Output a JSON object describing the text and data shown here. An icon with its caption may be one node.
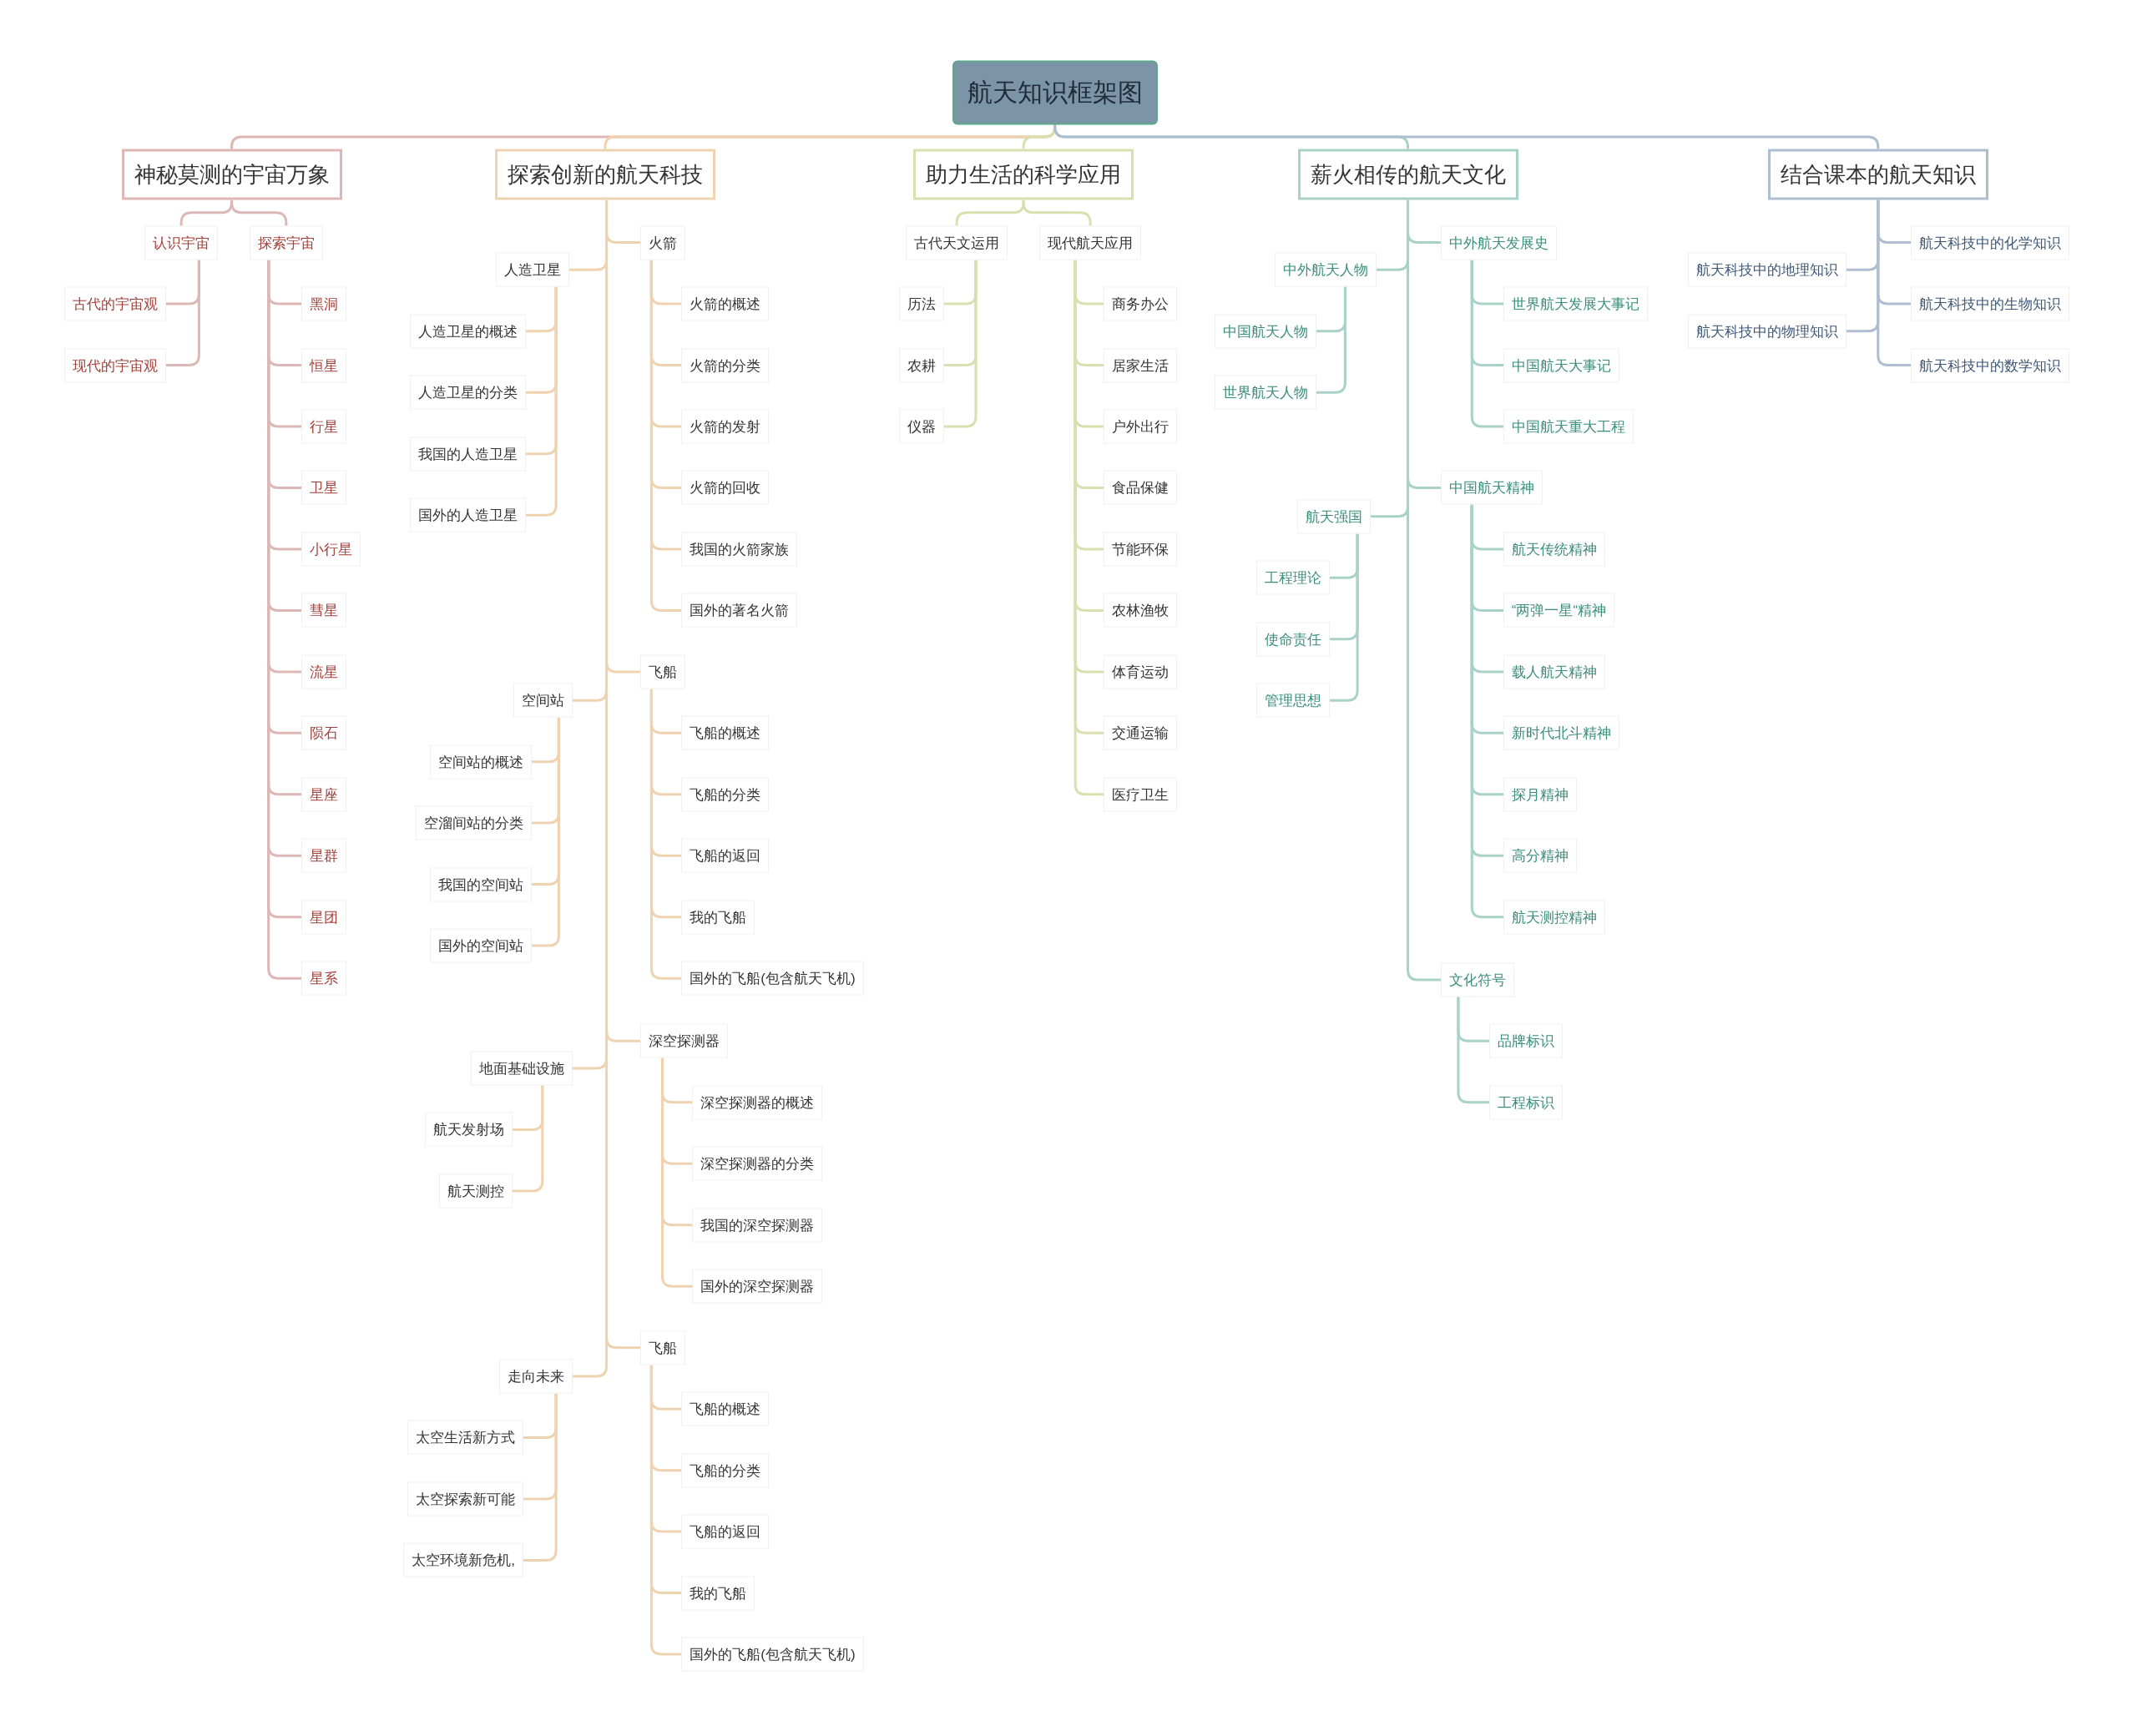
{
  "diagram": {
    "nodes": [
      {
        "text": [
          "航天知识框架图"
        ]
      },
      {
        "text": [
          "神秘莫测的宇宙万象"
        ]
      },
      {
        "text": [
          "探索创新的航天科技"
        ]
      },
      {
        "text": [
          "助力生活的科学应用"
        ]
      },
      {
        "text": [
          "薪火相传的航天文化"
        ]
      },
      {
        "text": [
          "结合课本的航天知识"
        ]
      },
      {
        "text": [
          "认识宇宙"
        ]
      },
      {
        "text": [
          "古代的宇宙观"
        ]
      },
      {
        "text": [
          "现代的宇宙观"
        ]
      },
      {
        "text": [
          "探索宇宙"
        ]
      },
      {
        "text": [
          "黑洞"
        ]
      },
      {
        "text": [
          "恒星"
        ]
      },
      {
        "text": [
          "行星"
        ]
      },
      {
        "text": [
          "卫星"
        ]
      },
      {
        "text": [
          "小行星"
        ]
      },
      {
        "text": [
          "彗星"
        ]
      },
      {
        "text": [
          "流星"
        ]
      },
      {
        "text": [
          "陨石"
        ]
      },
      {
        "text": [
          "星座"
        ]
      },
      {
        "text": [
          "星群"
        ]
      },
      {
        "text": [
          "星团"
        ]
      },
      {
        "text": [
          "星系"
        ]
      },
      {
        "text": [
          "人造卫星"
        ]
      },
      {
        "text": [
          "人造卫星的概述"
        ]
      },
      {
        "text": [
          "人造卫星的分类"
        ]
      },
      {
        "text": [
          "我国的人造卫星"
        ]
      },
      {
        "text": [
          "国外的人造卫星"
        ]
      },
      {
        "text": [
          "火箭"
        ]
      },
      {
        "text": [
          "火箭的概述"
        ]
      },
      {
        "text": [
          "火箭的分类"
        ]
      },
      {
        "text": [
          "火箭的发射"
        ]
      },
      {
        "text": [
          "火箭的回收"
        ]
      },
      {
        "text": [
          "我国的火箭家族"
        ]
      },
      {
        "text": [
          "国外的著名火箭"
        ]
      },
      {
        "text": [
          "空间站"
        ]
      },
      {
        "text": [
          "空间站的概述"
        ]
      },
      {
        "text": [
          "空溜间站的分类"
        ]
      },
      {
        "text": [
          "我国的空间站"
        ]
      },
      {
        "text": [
          "国外的空间站"
        ]
      },
      {
        "text": [
          "飞船"
        ]
      },
      {
        "text": [
          "飞船的概述"
        ]
      },
      {
        "text": [
          "飞船的分类"
        ]
      },
      {
        "text": [
          "飞船的返回"
        ]
      },
      {
        "text": [
          "我的飞船"
        ]
      },
      {
        "text": [
          "国外的飞船(包含航天飞机)"
        ]
      },
      {
        "text": [
          "深空探测器"
        ]
      },
      {
        "text": [
          "深空探测器的概述"
        ]
      },
      {
        "text": [
          "深空探测器的分类"
        ]
      },
      {
        "text": [
          "我国的深空探测器"
        ]
      },
      {
        "text": [
          "国外的深空探测器"
        ]
      },
      {
        "text": [
          "地面基础设施"
        ]
      },
      {
        "text": [
          "航天发射场"
        ]
      },
      {
        "text": [
          "航天测控"
        ]
      },
      {
        "text": [
          "飞船"
        ]
      },
      {
        "text": [
          "飞船的概述"
        ]
      },
      {
        "text": [
          "飞船的分类"
        ]
      },
      {
        "text": [
          "飞船的返回"
        ]
      },
      {
        "text": [
          "我的飞船"
        ]
      },
      {
        "text": [
          "国外的飞船(包含航天飞机)"
        ]
      },
      {
        "text": [
          "走向未来"
        ]
      },
      {
        "text": [
          "太空生活新方式"
        ]
      },
      {
        "text": [
          "太空探索新可能"
        ]
      },
      {
        "text": [
          "太空环境新危机,"
        ]
      },
      {
        "text": [
          "古代天文运用"
        ]
      },
      {
        "text": [
          "历法"
        ]
      },
      {
        "text": [
          "农耕"
        ]
      },
      {
        "text": [
          "仪器"
        ]
      },
      {
        "text": [
          "现代航天应用"
        ]
      },
      {
        "text": [
          "商务办公"
        ]
      },
      {
        "text": [
          "居家生活"
        ]
      },
      {
        "text": [
          "户外出行"
        ]
      },
      {
        "text": [
          "食品保健"
        ]
      },
      {
        "text": [
          "节能环保"
        ]
      },
      {
        "text": [
          "农林渔牧"
        ]
      },
      {
        "text": [
          "体育运动"
        ]
      },
      {
        "text": [
          "交通运输"
        ]
      },
      {
        "text": [
          "医疗卫生"
        ]
      },
      {
        "text": [
          "中外航天人物"
        ]
      },
      {
        "text": [
          "中国航天人物"
        ]
      },
      {
        "text": [
          "世界航天人物"
        ]
      },
      {
        "text": [
          "中外航天发展史"
        ]
      },
      {
        "text": [
          "世界航天发展大事记"
        ]
      },
      {
        "text": [
          "中国航天大事记"
        ]
      },
      {
        "text": [
          "中国航天重大工程"
        ]
      },
      {
        "text": [
          "中国航天精神"
        ]
      },
      {
        "text": [
          "航天传统精神"
        ]
      },
      {
        "text": [
          "“两弹一星“精神"
        ]
      },
      {
        "text": [
          "载人航天精神"
        ]
      },
      {
        "text": [
          "新时代北斗精神"
        ]
      },
      {
        "text": [
          "探月精神"
        ]
      },
      {
        "text": [
          "高分精神"
        ]
      },
      {
        "text": [
          "航天测控精神"
        ]
      },
      {
        "text": [
          "航天强国"
        ]
      },
      {
        "text": [
          "工程理论"
        ]
      },
      {
        "text": [
          "使命责任"
        ]
      },
      {
        "text": [
          "管理思想"
        ]
      },
      {
        "text": [
          "文化符号"
        ]
      },
      {
        "text": [
          "品牌标识"
        ]
      },
      {
        "text": [
          "工程标识"
        ]
      },
      {
        "text": [
          "航天科技中的地理知识"
        ]
      },
      {
        "text": [
          "航天科技中的物理知识"
        ]
      },
      {
        "text": [
          "航天科技中的化学知识"
        ]
      },
      {
        "text": [
          "航天科技中的生物知识"
        ]
      },
      {
        "text": [
          "航天科技中的数学知识"
        ]
      }
    ],
    "edges": [
      {
        "from": 0,
        "to": 1,
        "arrow": "none",
        "color": "#dcb7b5"
      },
      {
        "from": 0,
        "to": 2,
        "arrow": "none",
        "color": "#efd3b0"
      },
      {
        "from": 0,
        "to": 3,
        "arrow": "none",
        "color": "#d9dfae"
      },
      {
        "from": 0,
        "to": 4,
        "arrow": "none",
        "color": "#a9d2c6"
      },
      {
        "from": 0,
        "to": 5,
        "arrow": "none",
        "color": "#afbdd0"
      },
      {
        "from": 1,
        "to": 6,
        "arrow": "none",
        "color": "#dcb7b5"
      },
      {
        "from": 6,
        "to": 7,
        "arrow": "none",
        "color": "#dcb7b5"
      },
      {
        "from": 6,
        "to": 8,
        "arrow": "none",
        "color": "#dcb7b5"
      },
      {
        "from": 1,
        "to": 9,
        "arrow": "none",
        "color": "#dcb7b5"
      },
      {
        "from": 9,
        "to": 10,
        "arrow": "none",
        "color": "#dcb7b5"
      },
      {
        "from": 9,
        "to": 11,
        "arrow": "none",
        "color": "#dcb7b5"
      },
      {
        "from": 9,
        "to": 12,
        "arrow": "none",
        "color": "#dcb7b5"
      },
      {
        "from": 9,
        "to": 13,
        "arrow": "none",
        "color": "#dcb7b5"
      },
      {
        "from": 9,
        "to": 14,
        "arrow": "none",
        "color": "#dcb7b5"
      },
      {
        "from": 9,
        "to": 15,
        "arrow": "none",
        "color": "#dcb7b5"
      },
      {
        "from": 9,
        "to": 16,
        "arrow": "none",
        "color": "#dcb7b5"
      },
      {
        "from": 9,
        "to": 17,
        "arrow": "none",
        "color": "#dcb7b5"
      },
      {
        "from": 9,
        "to": 18,
        "arrow": "none",
        "color": "#dcb7b5"
      },
      {
        "from": 9,
        "to": 19,
        "arrow": "none",
        "color": "#dcb7b5"
      },
      {
        "from": 9,
        "to": 20,
        "arrow": "none",
        "color": "#dcb7b5"
      },
      {
        "from": 9,
        "to": 21,
        "arrow": "none",
        "color": "#dcb7b5"
      },
      {
        "from": 2,
        "to": 22,
        "arrow": "none",
        "color": "#efd3b0"
      },
      {
        "from": 22,
        "to": 23,
        "arrow": "none",
        "color": "#efd3b0"
      },
      {
        "from": 22,
        "to": 24,
        "arrow": "none",
        "color": "#efd3b0"
      },
      {
        "from": 22,
        "to": 25,
        "arrow": "none",
        "color": "#efd3b0"
      },
      {
        "from": 22,
        "to": 26,
        "arrow": "none",
        "color": "#efd3b0"
      },
      {
        "from": 2,
        "to": 27,
        "arrow": "none",
        "color": "#efd3b0"
      },
      {
        "from": 27,
        "to": 28,
        "arrow": "none",
        "color": "#efd3b0"
      },
      {
        "from": 27,
        "to": 29,
        "arrow": "none",
        "color": "#efd3b0"
      },
      {
        "from": 27,
        "to": 30,
        "arrow": "none",
        "color": "#efd3b0"
      },
      {
        "from": 27,
        "to": 31,
        "arrow": "none",
        "color": "#efd3b0"
      },
      {
        "from": 27,
        "to": 32,
        "arrow": "none",
        "color": "#efd3b0"
      },
      {
        "from": 27,
        "to": 33,
        "arrow": "none",
        "color": "#efd3b0"
      },
      {
        "from": 2,
        "to": 34,
        "arrow": "none",
        "color": "#efd3b0"
      },
      {
        "from": 34,
        "to": 35,
        "arrow": "none",
        "color": "#efd3b0"
      },
      {
        "from": 34,
        "to": 36,
        "arrow": "none",
        "color": "#efd3b0"
      },
      {
        "from": 34,
        "to": 37,
        "arrow": "none",
        "color": "#efd3b0"
      },
      {
        "from": 34,
        "to": 38,
        "arrow": "none",
        "color": "#efd3b0"
      },
      {
        "from": 2,
        "to": 39,
        "arrow": "none",
        "color": "#efd3b0"
      },
      {
        "from": 39,
        "to": 40,
        "arrow": "none",
        "color": "#efd3b0"
      },
      {
        "from": 39,
        "to": 41,
        "arrow": "none",
        "color": "#efd3b0"
      },
      {
        "from": 39,
        "to": 42,
        "arrow": "none",
        "color": "#efd3b0"
      },
      {
        "from": 39,
        "to": 43,
        "arrow": "none",
        "color": "#efd3b0"
      },
      {
        "from": 39,
        "to": 44,
        "arrow": "none",
        "color": "#efd3b0"
      },
      {
        "from": 2,
        "to": 45,
        "arrow": "none",
        "color": "#efd3b0"
      },
      {
        "from": 45,
        "to": 46,
        "arrow": "none",
        "color": "#efd3b0"
      },
      {
        "from": 45,
        "to": 47,
        "arrow": "none",
        "color": "#efd3b0"
      },
      {
        "from": 45,
        "to": 48,
        "arrow": "none",
        "color": "#efd3b0"
      },
      {
        "from": 45,
        "to": 49,
        "arrow": "none",
        "color": "#efd3b0"
      },
      {
        "from": 2,
        "to": 50,
        "arrow": "none",
        "color": "#efd3b0"
      },
      {
        "from": 50,
        "to": 51,
        "arrow": "none",
        "color": "#efd3b0"
      },
      {
        "from": 50,
        "to": 52,
        "arrow": "none",
        "color": "#efd3b0"
      },
      {
        "from": 2,
        "to": 53,
        "arrow": "none",
        "color": "#efd3b0"
      },
      {
        "from": 53,
        "to": 54,
        "arrow": "none",
        "color": "#efd3b0"
      },
      {
        "from": 53,
        "to": 55,
        "arrow": "none",
        "color": "#efd3b0"
      },
      {
        "from": 53,
        "to": 56,
        "arrow": "none",
        "color": "#efd3b0"
      },
      {
        "from": 53,
        "to": 57,
        "arrow": "none",
        "color": "#efd3b0"
      },
      {
        "from": 53,
        "to": 58,
        "arrow": "none",
        "color": "#efd3b0"
      },
      {
        "from": 2,
        "to": 59,
        "arrow": "none",
        "color": "#efd3b0"
      },
      {
        "from": 59,
        "to": 60,
        "arrow": "none",
        "color": "#efd3b0"
      },
      {
        "from": 59,
        "to": 61,
        "arrow": "none",
        "color": "#efd3b0"
      },
      {
        "from": 59,
        "to": 62,
        "arrow": "none",
        "color": "#efd3b0"
      },
      {
        "from": 3,
        "to": 63,
        "arrow": "none",
        "color": "#d9dfae"
      },
      {
        "from": 63,
        "to": 64,
        "arrow": "none",
        "color": "#d9dfae"
      },
      {
        "from": 63,
        "to": 65,
        "arrow": "none",
        "color": "#d9dfae"
      },
      {
        "from": 63,
        "to": 66,
        "arrow": "none",
        "color": "#d9dfae"
      },
      {
        "from": 3,
        "to": 67,
        "arrow": "none",
        "color": "#d9dfae"
      },
      {
        "from": 67,
        "to": 68,
        "arrow": "none",
        "color": "#d9dfae"
      },
      {
        "from": 67,
        "to": 69,
        "arrow": "none",
        "color": "#d9dfae"
      },
      {
        "from": 67,
        "to": 70,
        "arrow": "none",
        "color": "#d9dfae"
      },
      {
        "from": 67,
        "to": 71,
        "arrow": "none",
        "color": "#d9dfae"
      },
      {
        "from": 67,
        "to": 72,
        "arrow": "none",
        "color": "#d9dfae"
      },
      {
        "from": 67,
        "to": 73,
        "arrow": "none",
        "color": "#d9dfae"
      },
      {
        "from": 67,
        "to": 74,
        "arrow": "none",
        "color": "#d9dfae"
      },
      {
        "from": 67,
        "to": 75,
        "arrow": "none",
        "color": "#d9dfae"
      },
      {
        "from": 67,
        "to": 76,
        "arrow": "none",
        "color": "#d9dfae"
      },
      {
        "from": 4,
        "to": 77,
        "arrow": "none",
        "color": "#a9d2c6"
      },
      {
        "from": 77,
        "to": 78,
        "arrow": "none",
        "color": "#a9d2c6"
      },
      {
        "from": 77,
        "to": 79,
        "arrow": "none",
        "color": "#a9d2c6"
      },
      {
        "from": 4,
        "to": 80,
        "arrow": "none",
        "color": "#a9d2c6"
      },
      {
        "from": 80,
        "to": 81,
        "arrow": "none",
        "color": "#a9d2c6"
      },
      {
        "from": 80,
        "to": 82,
        "arrow": "none",
        "color": "#a9d2c6"
      },
      {
        "from": 80,
        "to": 83,
        "arrow": "none",
        "color": "#a9d2c6"
      },
      {
        "from": 4,
        "to": 84,
        "arrow": "none",
        "color": "#a9d2c6"
      },
      {
        "from": 84,
        "to": 85,
        "arrow": "none",
        "color": "#a9d2c6"
      },
      {
        "from": 84,
        "to": 86,
        "arrow": "none",
        "color": "#a9d2c6"
      },
      {
        "from": 84,
        "to": 87,
        "arrow": "none",
        "color": "#a9d2c6"
      },
      {
        "from": 84,
        "to": 88,
        "arrow": "none",
        "color": "#a9d2c6"
      },
      {
        "from": 84,
        "to": 89,
        "arrow": "none",
        "color": "#a9d2c6"
      },
      {
        "from": 84,
        "to": 90,
        "arrow": "none",
        "color": "#a9d2c6"
      },
      {
        "from": 84,
        "to": 91,
        "arrow": "none",
        "color": "#a9d2c6"
      },
      {
        "from": 4,
        "to": 92,
        "arrow": "none",
        "color": "#a9d2c6"
      },
      {
        "from": 92,
        "to": 93,
        "arrow": "none",
        "color": "#a9d2c6"
      },
      {
        "from": 92,
        "to": 94,
        "arrow": "none",
        "color": "#a9d2c6"
      },
      {
        "from": 92,
        "to": 95,
        "arrow": "none",
        "color": "#a9d2c6"
      },
      {
        "from": 4,
        "to": 96,
        "arrow": "none",
        "color": "#a9d2c6"
      },
      {
        "from": 96,
        "to": 97,
        "arrow": "none",
        "color": "#a9d2c6"
      },
      {
        "from": 96,
        "to": 98,
        "arrow": "none",
        "color": "#a9d2c6"
      },
      {
        "from": 5,
        "to": 99,
        "arrow": "none",
        "color": "#afbdd0"
      },
      {
        "from": 5,
        "to": 100,
        "arrow": "none",
        "color": "#afbdd0"
      },
      {
        "from": 5,
        "to": 101,
        "arrow": "none",
        "color": "#afbdd0"
      },
      {
        "from": 5,
        "to": 102,
        "arrow": "none",
        "color": "#afbdd0"
      },
      {
        "from": 5,
        "to": 103,
        "arrow": "none",
        "color": "#afbdd0"
      }
    ]
  }
}
